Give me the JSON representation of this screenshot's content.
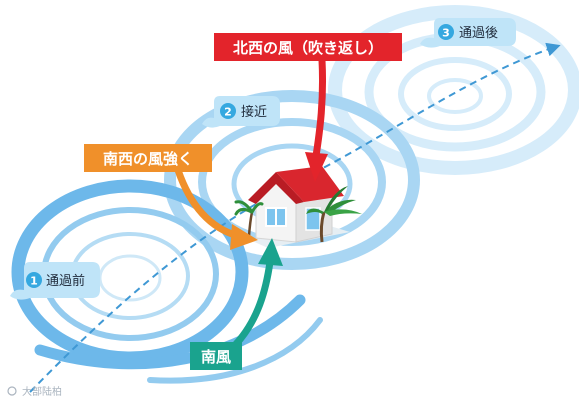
{
  "stages": [
    {
      "num": "1",
      "label": "通過前"
    },
    {
      "num": "2",
      "label": "接近"
    },
    {
      "num": "3",
      "label": "通過後"
    }
  ],
  "winds": [
    {
      "label": "南西の風強く",
      "color": "#f0902a"
    },
    {
      "label": "北西の風（吹き返し）",
      "color": "#e3242b"
    },
    {
      "label": "南風",
      "color": "#1aa38e"
    }
  ],
  "colors": {
    "ring": "#6db8ea",
    "ring_light": "#c7e5f8",
    "track": "#3f98d4",
    "bubble": "#bfe4f8",
    "badge": "#35a8e0",
    "roof": "#d9262e",
    "wall": "#f5f5f5",
    "window": "#7cc4ee",
    "tree": "#2f8f3a"
  },
  "watermark": "大部陆柏"
}
